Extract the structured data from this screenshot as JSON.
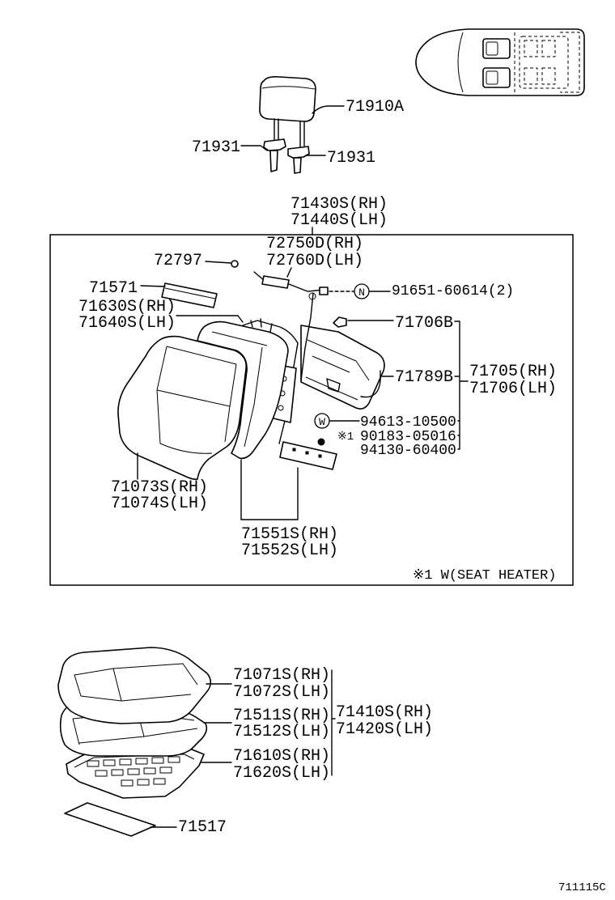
{
  "locator": {
    "icon": "car-top-view-icon"
  },
  "headrest": {
    "part": "71910A",
    "support_left": "71931",
    "support_right": "71931"
  },
  "seatback": {
    "assy": [
      "71430S(RH)",
      "71440S(LH)"
    ],
    "harness": [
      "72750D(RH)",
      "72760D(LH)"
    ],
    "clip": "72797",
    "upper_pad": "71571",
    "pad": [
      "71630S(RH)",
      "71640S(LH)"
    ],
    "hook": "71706B",
    "board": [
      "71705(RH)",
      "71706(LH)"
    ],
    "board_part": "71789B",
    "cover": [
      "71073S(RH)",
      "71074S(LH)"
    ],
    "lower_pad": [
      "71551S(RH)",
      "71552S(LH)"
    ],
    "fastener_n": {
      "marker": "N",
      "part": "91651-60614(2)"
    },
    "fastener_w": {
      "marker": "W",
      "part": "94613-10500"
    },
    "nut": {
      "marker": "※1",
      "part": "90183-05016"
    },
    "washer": "94130-60400",
    "footnote": "※1 W(SEAT HEATER)"
  },
  "cushion": {
    "cover": [
      "71071S(RH)",
      "71072S(LH)"
    ],
    "pad": [
      "71511S(RH)",
      "71512S(LH)"
    ],
    "assy": [
      "71410S(RH)",
      "71420S(LH)"
    ],
    "frame": [
      "71610S(RH)",
      "71620S(LH)"
    ],
    "heater": "71517"
  },
  "diagram_code": "711115C"
}
